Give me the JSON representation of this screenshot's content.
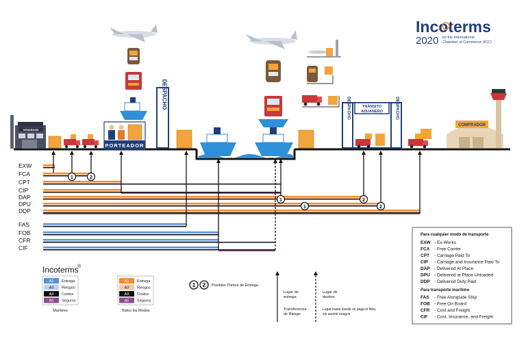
{
  "brand": {
    "logo_word": "Incoterms",
    "year": "2020",
    "by_line": [
      "by the International",
      "Chamber of Commerce (ICC)"
    ]
  },
  "scene": {
    "seller_label": "VENDEDOR",
    "buyer_label": "COMPRADOR",
    "carrier_label": "PORTEADOR",
    "export_clearance": "DESPACHO",
    "transit_label": [
      "TRÁNSITO",
      "ADUANERO"
    ]
  },
  "terms": [
    "EXW",
    "FCA",
    "CPT",
    "CIP",
    "DAP",
    "DPU",
    "DDP",
    "FAS",
    "FOB",
    "CFR",
    "CIF"
  ],
  "legend": {
    "title": "Incoterms",
    "title_mark": "®",
    "maritime": {
      "caption": "Marítimo",
      "rows": [
        {
          "code": "A2",
          "label": "Entrega",
          "color": "#5b8fd6"
        },
        {
          "code": "A3",
          "label": "Riesgos",
          "color": "#b9d2ef"
        },
        {
          "code": "A9",
          "label": "Costos",
          "color": "#111111"
        },
        {
          "code": "A5",
          "label": "Seguros",
          "color": "#8e4e8c"
        }
      ]
    },
    "all_modes": {
      "caption": "Todos los Modos",
      "rows": [
        {
          "code": "A2",
          "label": "Entrega",
          "color": "#f28b2c"
        },
        {
          "code": "A3",
          "label": "Riesgos",
          "color": "#f7c7a0"
        },
        {
          "code": "A9",
          "label": "Costos",
          "color": "#111111"
        },
        {
          "code": "A5",
          "label": "Seguros",
          "color": "#8e4e8c"
        }
      ]
    },
    "delivery_points": {
      "one": "1",
      "two": "2",
      "label": "Posibles Puntos de Entrega"
    },
    "arrows": {
      "delivery_place": [
        "Lugar de",
        "entrega"
      ],
      "risk_transfer": [
        "Transferencia",
        "de Riesgo"
      ],
      "destination": [
        "Lugar de",
        "destino"
      ],
      "freight_note": [
        "Lugar hasta donde se paga el flete,",
        "sin asumir riesgos"
      ]
    }
  },
  "glossary": {
    "any_mode_title": "Para cualquier modo de transporte",
    "any_mode": [
      {
        "code": "EXW",
        "name": "- Ex-Works"
      },
      {
        "code": "FCA",
        "name": "- Free Carrier"
      },
      {
        "code": "CPT",
        "name": "- Carriage Paid To"
      },
      {
        "code": "CIP",
        "name": "- Carriage and Insurance Paid To"
      },
      {
        "code": "DAP",
        "name": "- Delivered At Place"
      },
      {
        "code": "DPU",
        "name": "- Delivered at Place Unloaded"
      },
      {
        "code": "DDP",
        "name": "- Delivered Duty Paid"
      }
    ],
    "maritime_title": "Para transporte marítimo",
    "maritime": [
      {
        "code": "FAS",
        "name": "- Free Alongside Ship"
      },
      {
        "code": "FOB",
        "name": "- Free On Board"
      },
      {
        "code": "CFR",
        "name": "- Cost and Freight"
      },
      {
        "code": "CIF",
        "name": "- Cost, Insurance, and Freight"
      }
    ]
  },
  "colors": {
    "orange": "#f28b2c",
    "light_orange": "#f7c7a0",
    "blue": "#5b8fd6",
    "light_blue": "#b9d2ef",
    "purple": "#8e4e8c",
    "navy": "#1f3f7a",
    "sea": "#2f8fd8"
  }
}
